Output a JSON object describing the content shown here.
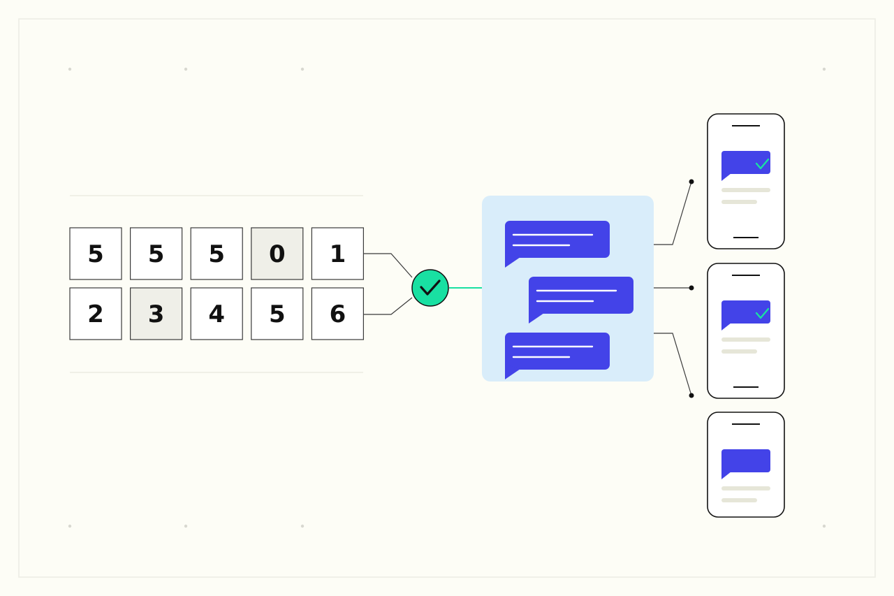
{
  "colors": {
    "background": "#fdfdf6",
    "frame": "#ecece4",
    "cell_fill": "#ffffff",
    "cell_highlight": "#efefe8",
    "cell_stroke": "#3a3a3a",
    "check_fill": "#19e0a2",
    "connector_accent": "#19e0a2",
    "chat_panel": "#d9edfa",
    "bubble": "#4343e8",
    "bubble_line": "#ffffff",
    "phone_line": "#e6e6d8",
    "phone_check": "#19e0a2"
  },
  "code_grid": {
    "rows": [
      [
        {
          "digit": "5",
          "highlighted": false
        },
        {
          "digit": "5",
          "highlighted": false
        },
        {
          "digit": "5",
          "highlighted": false
        },
        {
          "digit": "0",
          "highlighted": true
        },
        {
          "digit": "1",
          "highlighted": false
        }
      ],
      [
        {
          "digit": "2",
          "highlighted": false
        },
        {
          "digit": "3",
          "highlighted": true
        },
        {
          "digit": "4",
          "highlighted": false
        },
        {
          "digit": "5",
          "highlighted": false
        },
        {
          "digit": "6",
          "highlighted": false
        }
      ]
    ]
  },
  "verification": {
    "icon": "check-icon",
    "status": "verified"
  },
  "chat_panel": {
    "bubbles": [
      {
        "side": "left",
        "lines": 2
      },
      {
        "side": "right",
        "lines": 2
      },
      {
        "side": "left",
        "lines": 2
      }
    ]
  },
  "phones": [
    {
      "delivered": true
    },
    {
      "delivered": true
    },
    {
      "delivered": false
    }
  ]
}
